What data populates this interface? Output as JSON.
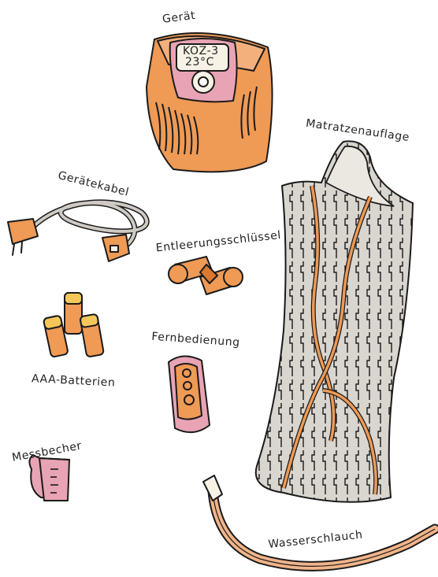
{
  "labels": {
    "device": "Gerät",
    "device_cable": "Gerätekabel",
    "drain_key": "Entleerungsschlüssel",
    "batteries": "AAA-Batterien",
    "remote": "Fernbedienung",
    "measuring_cup": "Messbecher",
    "mattress_pad": "Matratzenauflage",
    "water_hose": "Wasserschlauch"
  },
  "device_display": {
    "line1": "KOZ-3",
    "line2": "23°C"
  },
  "colors": {
    "orange": "#ef9a55",
    "orange_dark": "#d9782f",
    "pink": "#e8a4b4",
    "gray": "#d6d2cc",
    "ink": "#1b1b1b",
    "hose": "#f2b48a"
  }
}
